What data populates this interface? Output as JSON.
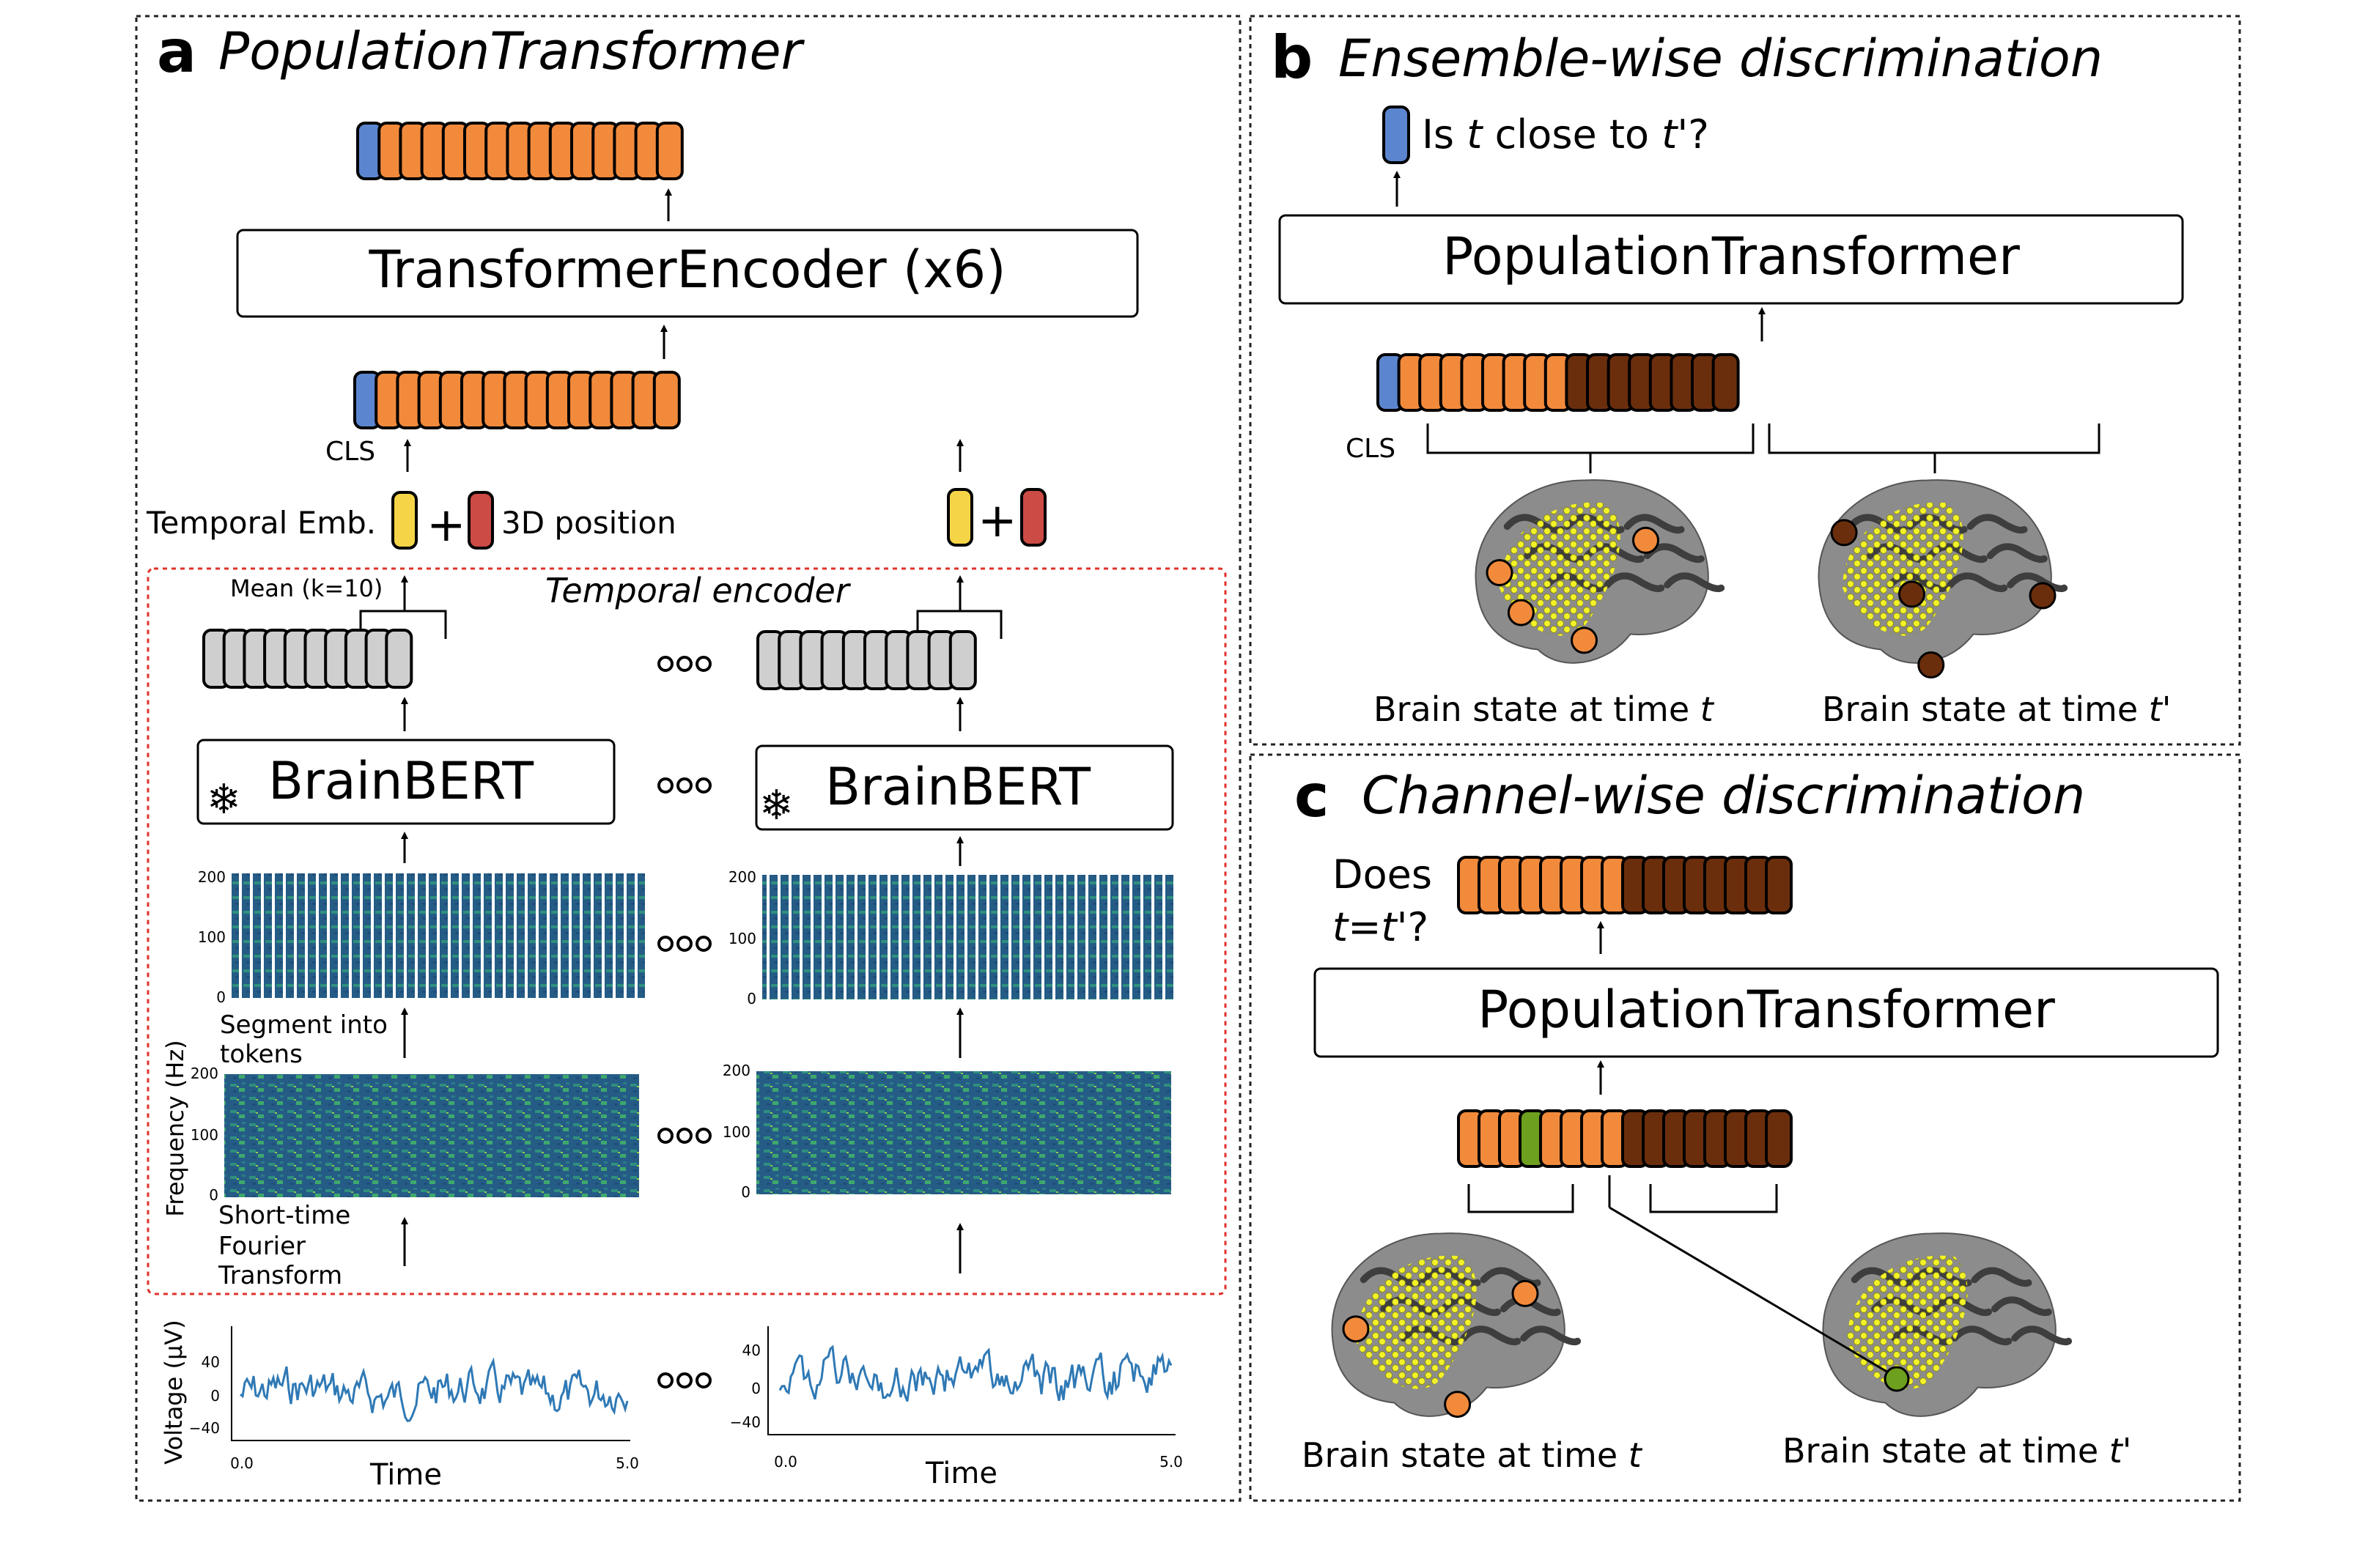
{
  "colors": {
    "cls": "#5b86cf",
    "orange": "#f28a3c",
    "brown": "#6b2e0c",
    "gray": "#cfcfcf",
    "yellow": "#f5d547",
    "red": "#cc4b45",
    "green": "#6ea01f",
    "frame_dotted": "#222222",
    "frame_red": "#e0302a",
    "signal": "#2f79b5",
    "electrode": "#f2f229"
  },
  "icons": {
    "arrow": "up-arrow-icon",
    "ellipsis": "ellipsis-icon",
    "snowflake": "snowflake-icon",
    "brain": "brain-icon"
  },
  "panel_a": {
    "letter": "a",
    "title": "PopulationTransformer",
    "encoder_label": "TransformerEncoder (x6)",
    "cls_label": "CLS",
    "temporal_emb_label": "Temporal Emb.",
    "plus": "+",
    "position_label": "3D position",
    "mean_label": "Mean (k=10)",
    "temporal_encoder_label": "Temporal encoder",
    "brainbert_label": "BrainBERT",
    "snowflake_glyph": "❄",
    "segment_label_1": "Segment into",
    "segment_label_2": "tokens",
    "stft_label_1": "Short-time",
    "stft_label_2": "Fourier",
    "stft_label_3": "Transform",
    "freq_axis_label": "Frequency (Hz)",
    "freq_ticks": [
      "200",
      "100",
      "0"
    ],
    "voltage_axis_label": "Voltage (µV)",
    "voltage_ticks_left": [
      "40",
      "0",
      "−40"
    ],
    "voltage_ticks_right": [
      "40",
      "0",
      "−40"
    ],
    "time_label": "Time",
    "time_ticks": [
      "0.0",
      "5.0"
    ]
  },
  "panel_b": {
    "letter": "b",
    "title": "Ensemble-wise discrimination",
    "question_prefix": "Is ",
    "question_t": "t",
    "question_mid": " close to ",
    "question_t2": "t",
    "question_suffix": "'?",
    "model_label": "PopulationTransformer",
    "cls_label": "CLS",
    "caption_left_prefix": "Brain state at time ",
    "caption_left_var": "t",
    "caption_right_prefix": "Brain state at time ",
    "caption_right_var": "t'"
  },
  "panel_c": {
    "letter": "c",
    "title": "Channel-wise discrimination",
    "question_line1": "Does",
    "question_t": "t",
    "question_eq": "=",
    "question_t2": "t",
    "question_suffix": "'?",
    "model_label": "PopulationTransformer",
    "caption_left_prefix": "Brain state at time ",
    "caption_left_var": "t",
    "caption_right_prefix": "Brain state at time ",
    "caption_right_var": "t'"
  }
}
